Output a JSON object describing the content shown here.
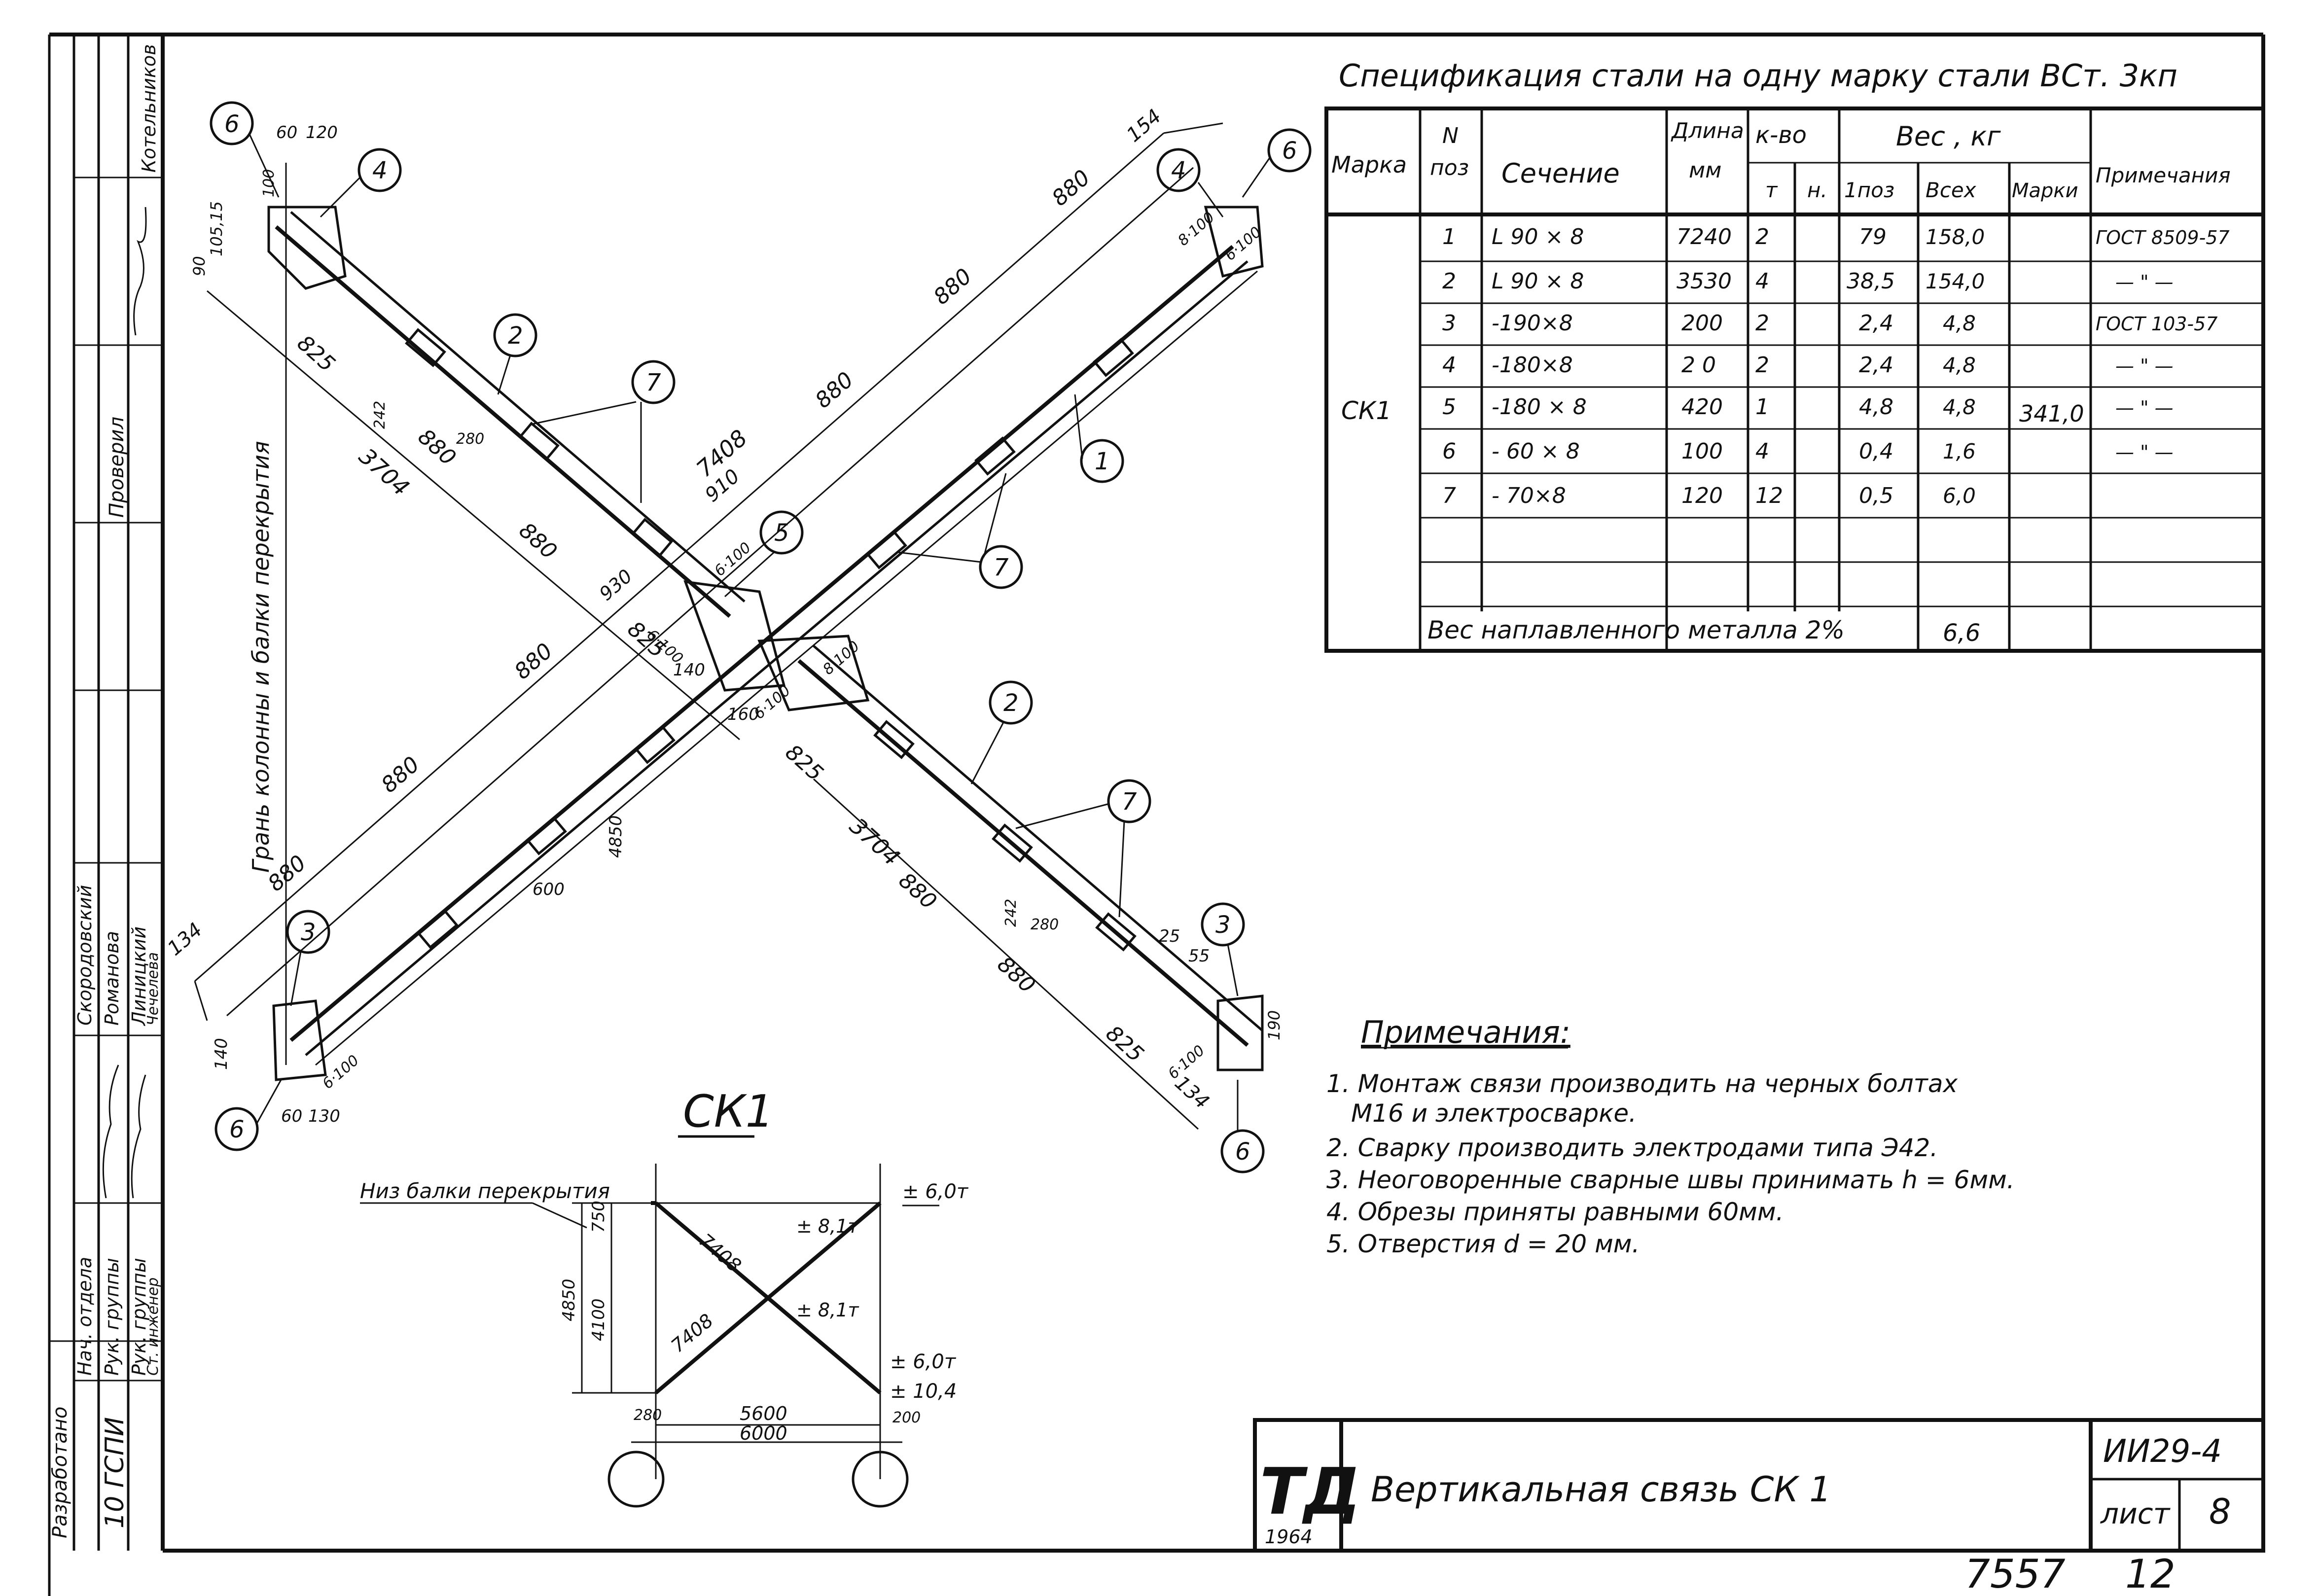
{
  "spec": {
    "title": "Спецификация стали на одну марку стали ВСт. 3кп",
    "headers": {
      "marka": "Марка",
      "pos_n": "N",
      "pos": "поз",
      "section": "Сечение",
      "length": "Длина",
      "length_unit": "мм",
      "qty": "к-во",
      "qty_t": "т",
      "qty_n": "н.",
      "weight": "Вес , кг",
      "w_one": "1поз",
      "w_all": "Всех",
      "w_mark": "Марки",
      "notes": "Примечания"
    },
    "mark": "СК1",
    "mark_total": "341,0",
    "rows": [
      {
        "pos": "1",
        "section": "L 90 × 8",
        "length": "7240",
        "qty": "2",
        "w1": "79",
        "wall": "158,0",
        "note": "ГОСТ 8509-57"
      },
      {
        "pos": "2",
        "section": "L 90 × 8",
        "length": "3530",
        "qty": "4",
        "w1": "38,5",
        "wall": "154,0",
        "note": "— \" —"
      },
      {
        "pos": "3",
        "section": "-190×8",
        "length": "200",
        "qty": "2",
        "w1": "2,4",
        "wall": "4,8",
        "note": "ГОСТ 103-57"
      },
      {
        "pos": "4",
        "section": "-180×8",
        "length": "2 0",
        "qty": "2",
        "w1": "2,4",
        "wall": "4,8",
        "note": "— \" —"
      },
      {
        "pos": "5",
        "section": "-180 × 8",
        "length": "420",
        "qty": "1",
        "w1": "4,8",
        "wall": "4,8",
        "note": "— \" —"
      },
      {
        "pos": "6",
        "section": "- 60 × 8",
        "length": "100",
        "qty": "4",
        "w1": "0,4",
        "wall": "1,6",
        "note": "— \" —"
      },
      {
        "pos": "7",
        "section": "- 70×8",
        "length": "120",
        "qty": "12",
        "w1": "0,5",
        "wall": "6,0",
        "note": ""
      }
    ],
    "weld_label": "Вес наплавленного металла 2%",
    "weld_value": "6,6"
  },
  "notes": {
    "title": "Примечания:",
    "items": [
      "1. Монтаж связи производить на черных болтах",
      "М16 и электросварке.",
      "2. Сварку производить электродами типа Э42.",
      "3. Неоговоренные сварные швы принимать h = 6мм.",
      "4. Обрезы приняты равными 60мм.",
      "5. Отверстия d = 20 мм."
    ]
  },
  "main_view": {
    "side_label": "Грань колонны и балки перекрытия",
    "pos_markers": [
      "1",
      "2",
      "2",
      "3",
      "3",
      "4",
      "4",
      "5",
      "6",
      "6",
      "6",
      "6",
      "7",
      "7",
      "7"
    ],
    "dims": {
      "d7408": "7408",
      "d3704": "3704",
      "d880": "880",
      "d825": "825",
      "d910": "910",
      "d154": "154",
      "d134": "134",
      "d140": "140",
      "d160": "160",
      "d60": "60",
      "d120": "120",
      "d130": "130",
      "d100": "100",
      "d90": "90",
      "d25": "25",
      "d55": "55",
      "d190": "190",
      "d600": "600",
      "d4850": "4850",
      "d280": "280",
      "weld_6_100": "6·100",
      "weld_8_100": "8·100",
      "l1": "105,15",
      "l2": "242",
      "l3": "930"
    }
  },
  "scheme": {
    "title": "СК1",
    "beam_label": "Низ балки перекрытия",
    "d750": "750",
    "d4100": "4100",
    "d4850": "4850",
    "d7408": "7408",
    "d280": "280",
    "d200": "200",
    "d5600": "5600",
    "d6000": "6000",
    "f1": "± 6,0т",
    "f2": "± 8,1т",
    "f3": "± 8,1т",
    "f4": "± 6,0т",
    "f5": "± 10,4"
  },
  "titleblock": {
    "title": "Вертикальная связь СК 1",
    "logo": "ТД",
    "year": "1964",
    "code": "ИИ29-4",
    "sheet_label": "лист",
    "sheet": "8",
    "bottom_left": "7557",
    "bottom_right": "12"
  },
  "stamp": {
    "org": "10 ГСПИ",
    "developed": "Разработано",
    "roles": [
      "Нач. отдела",
      "Рук. группы",
      "Рук. группы",
      "Ст. инженер",
      "Проверил"
    ],
    "names": [
      "Котельников",
      "Скородовский",
      "Романова",
      "Линицкий",
      "Чечелева"
    ]
  }
}
